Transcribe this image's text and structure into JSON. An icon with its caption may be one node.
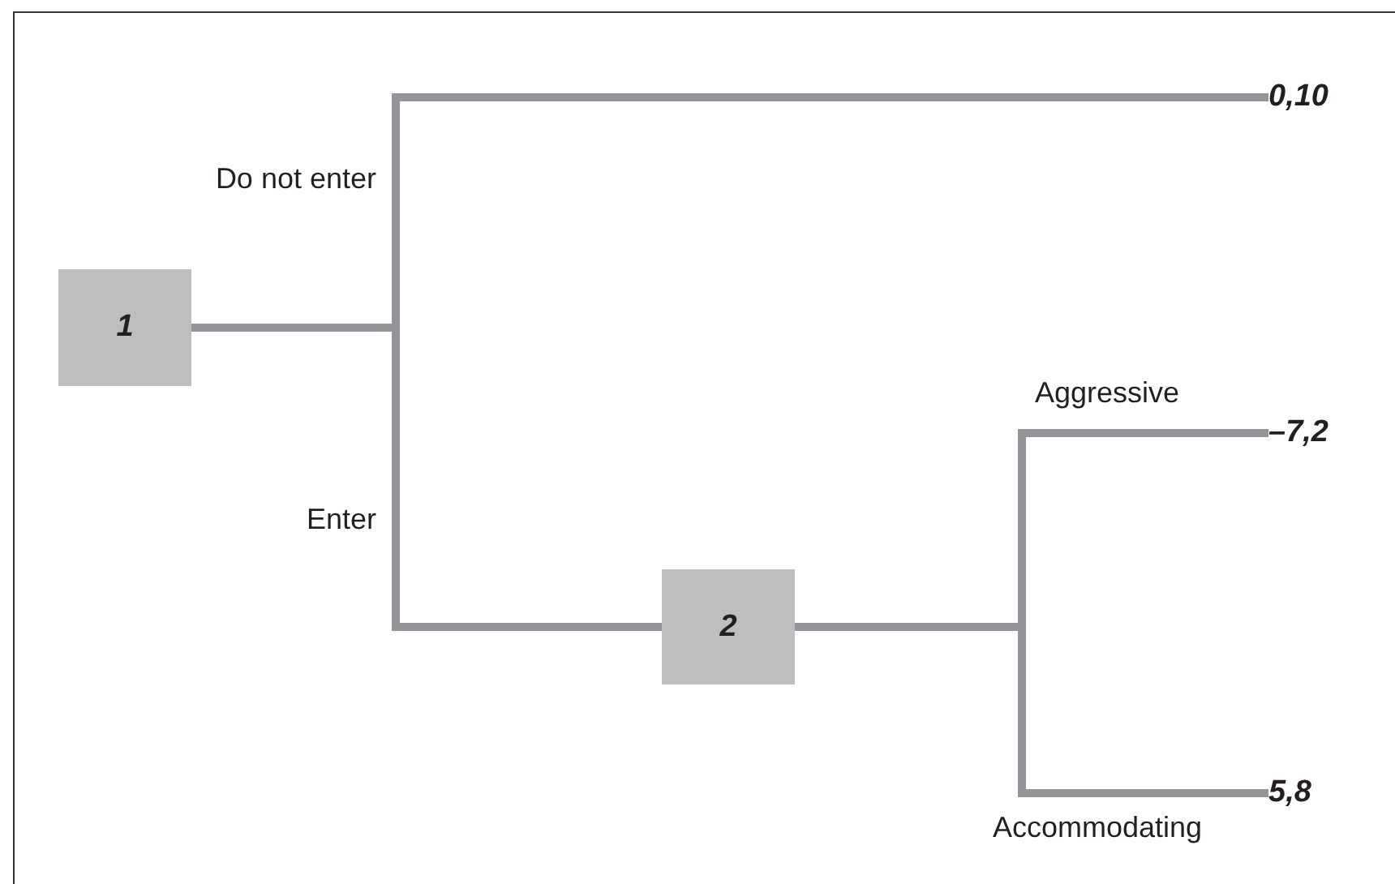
{
  "diagram": {
    "nodes": [
      {
        "text": [
          "1"
        ]
      },
      {
        "text": [
          "0,10"
        ]
      },
      {
        "text": [
          "2"
        ]
      },
      {
        "text": [
          "–7,2"
        ]
      },
      {
        "text": [
          "5,8"
        ]
      }
    ],
    "edges": [
      {
        "from": 0,
        "to": 1,
        "arrow": "none",
        "label": "Do not enter"
      },
      {
        "from": 0,
        "to": 2,
        "arrow": "none",
        "label": "Enter"
      },
      {
        "from": 2,
        "to": 3,
        "arrow": "none",
        "label": "Aggressive"
      },
      {
        "from": 2,
        "to": 4,
        "arrow": "none",
        "label": "Accommodating"
      }
    ]
  }
}
